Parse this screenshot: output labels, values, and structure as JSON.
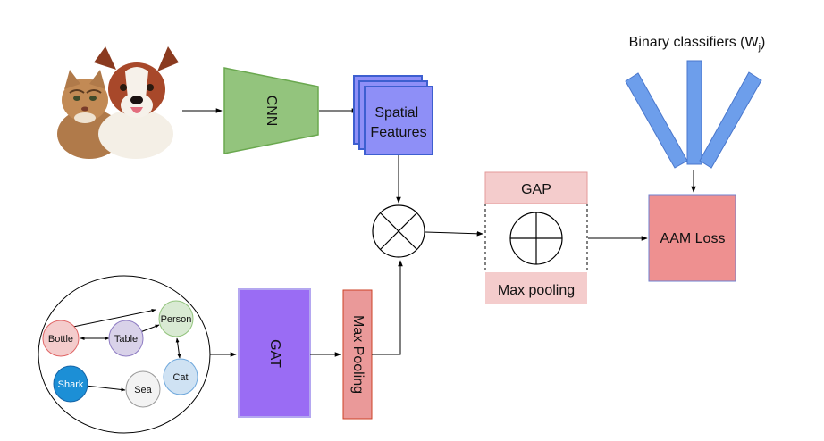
{
  "cnn_label": "CNN",
  "spatial_features_label": [
    "Spatial",
    "Features"
  ],
  "gap_label": "GAP",
  "max_pooling_label": "Max pooling",
  "aam_loss_label": "AAM Loss",
  "binary_classifiers_label": "Binary classifiers (W",
  "binary_classifiers_subscript": "j",
  "binary_classifiers_suffix": ")",
  "gat_label": "GAT",
  "max_pooling_vertical_label": "Max Pooling",
  "graph_nodes": {
    "bottle": "Bottle",
    "table": "Table",
    "person": "Person",
    "cat": "Cat",
    "shark": "Shark",
    "sea": "Sea"
  },
  "colors": {
    "cnn_fill": "#93c47d",
    "spatial_fill": "#8e8ff7",
    "spatial_stroke": "#3d5fd0",
    "gap_fill": "#f4cccc",
    "aam_fill": "#ee9090",
    "classifier_fill": "#6d9eeb",
    "gat_fill": "#9a6cf4",
    "maxpool_fill": "#ea9999"
  },
  "icons": [
    "pets-photo",
    "multiply-icon",
    "plus-circle-icon"
  ]
}
